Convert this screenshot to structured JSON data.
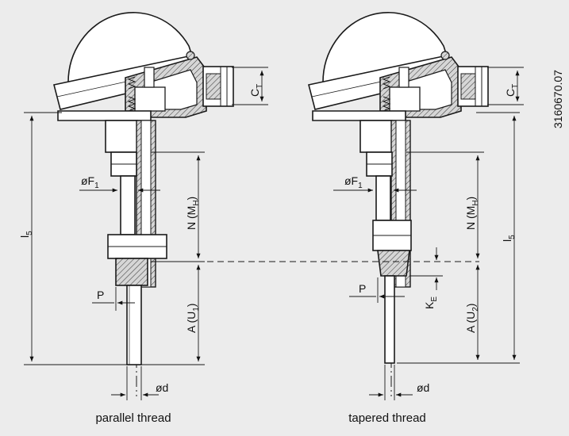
{
  "drawing_id": "3160670.07",
  "views": [
    {
      "caption": "parallel thread",
      "labels": {
        "l5": "l",
        "l5_sub": "5",
        "F1": "øF",
        "F1_sub": "1",
        "N": "N (M",
        "N_sub": "H",
        "N_close": ")",
        "P": "P",
        "A": "A (U",
        "A_sub": "1",
        "A_close": ")",
        "d": "ød",
        "CT": "C",
        "CT_sub": "T"
      }
    },
    {
      "caption": "tapered thread",
      "labels": {
        "l5": "l",
        "l5_sub": "5",
        "F1": "øF",
        "F1_sub": "1",
        "N": "N (M",
        "N_sub": "H",
        "N_close": ")",
        "P": "P",
        "KE": "K",
        "KE_sub": "E",
        "A": "A (U",
        "A_sub": "2",
        "A_close": ")",
        "d": "ød",
        "CT": "C",
        "CT_sub": "T"
      }
    }
  ],
  "colors": {
    "background": "#ececec",
    "line": "#1a1a1a",
    "fill_body": "#ffffff",
    "fill_section": "#bfbfbf"
  }
}
